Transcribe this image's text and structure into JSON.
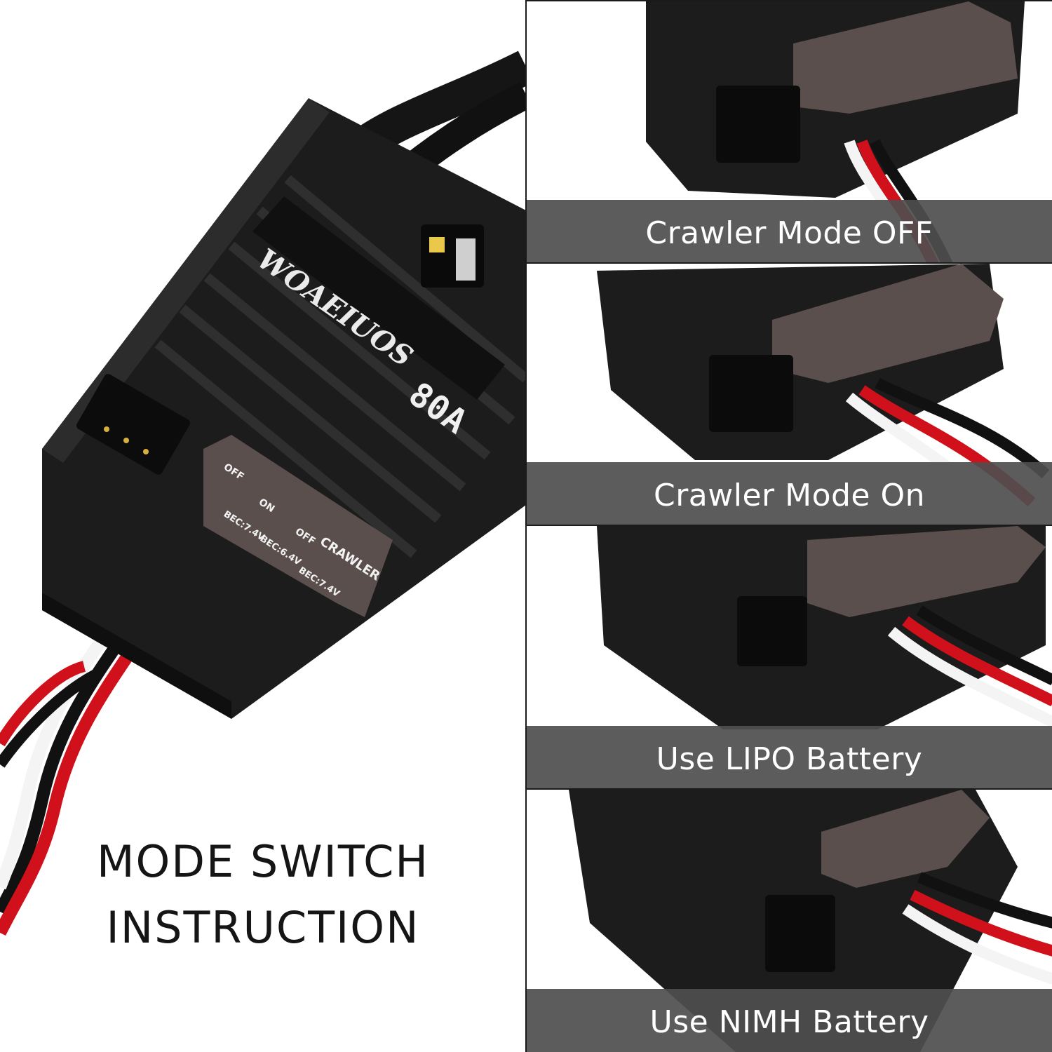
{
  "hero": {
    "brand": "WOAEIUOS",
    "model": "80A",
    "board_labels": {
      "off": "OFF",
      "on": "ON",
      "bec_74": "BEC:7.4V",
      "bec_64": "BEC:6.4V",
      "crawler": "CRAWLER"
    },
    "headline_line1": "MODE SWITCH",
    "headline_line2": "INSTRUCTION"
  },
  "panels": [
    {
      "caption": "Crawler Mode OFF"
    },
    {
      "caption": "Crawler Mode On"
    },
    {
      "caption": "Use LIPO Battery"
    },
    {
      "caption": "Use NIMH Battery"
    }
  ],
  "colors": {
    "caption_band": "#4e4e4e",
    "device_body": "#1c1c1c",
    "label_plate": "#5a4f4c",
    "wire_red": "#d0101a",
    "wire_white": "#f4f4f4",
    "wire_black": "#111111"
  }
}
